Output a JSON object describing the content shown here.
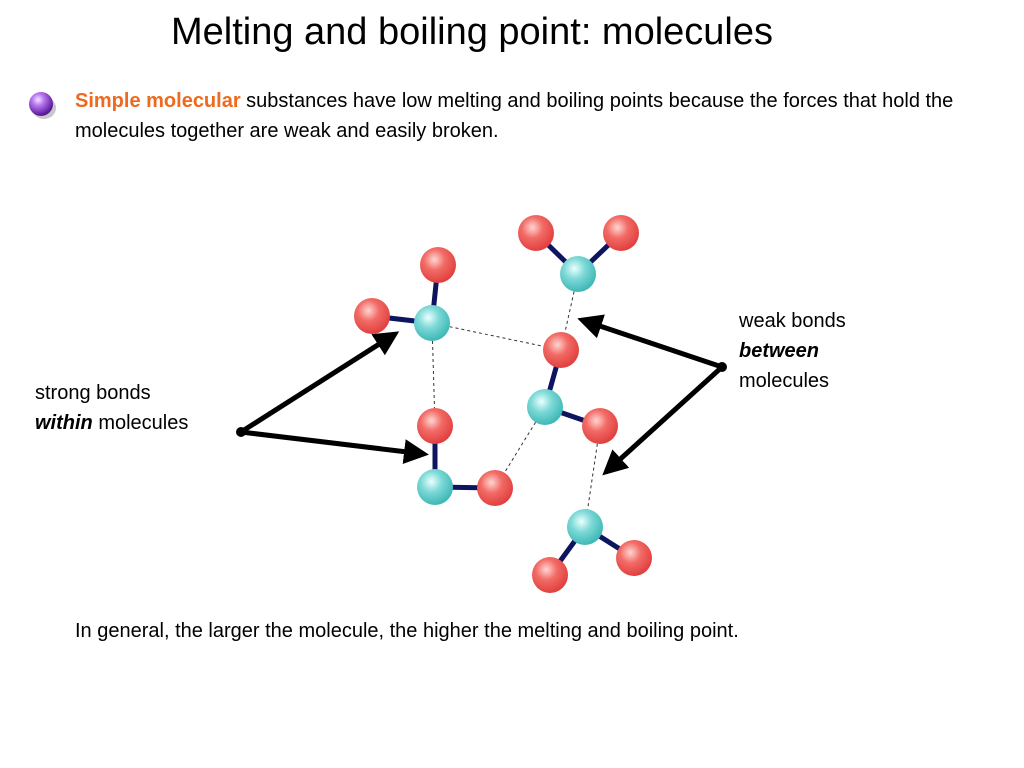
{
  "slide": {
    "title": "Melting and boiling point: molecules",
    "intro": {
      "highlight": "Simple molecular",
      "rest": " substances have low melting and boiling points because the forces that hold the molecules together are weak and easily broken."
    },
    "left_label": {
      "line1": "strong bonds",
      "emph": "within",
      "line2_rest": " molecules"
    },
    "right_label": {
      "line1": "weak bonds",
      "emph": "between",
      "line3": "molecules"
    },
    "footer": "In general, the larger the molecule, the higher the melting and boiling point.",
    "colors": {
      "highlight_text": "#ee6a1e",
      "outer_atom": "#f0585a",
      "central_atom": "#66d4d2",
      "covalent_bond": "#0d1560",
      "bullet": "#9b4fd8"
    },
    "icons": {
      "bullet": "purple-sphere-bullet-icon"
    }
  }
}
